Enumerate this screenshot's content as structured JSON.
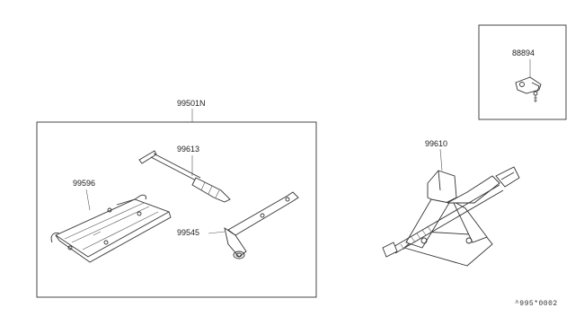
{
  "diagram": {
    "parts": [
      {
        "id": "kit",
        "label": "99501N"
      },
      {
        "id": "handle",
        "label": "99613"
      },
      {
        "id": "bag",
        "label": "99596"
      },
      {
        "id": "wrench",
        "label": "99545"
      },
      {
        "id": "jack",
        "label": "99610"
      },
      {
        "id": "clip",
        "label": "88894"
      }
    ],
    "footer_code": "^995*0002"
  }
}
